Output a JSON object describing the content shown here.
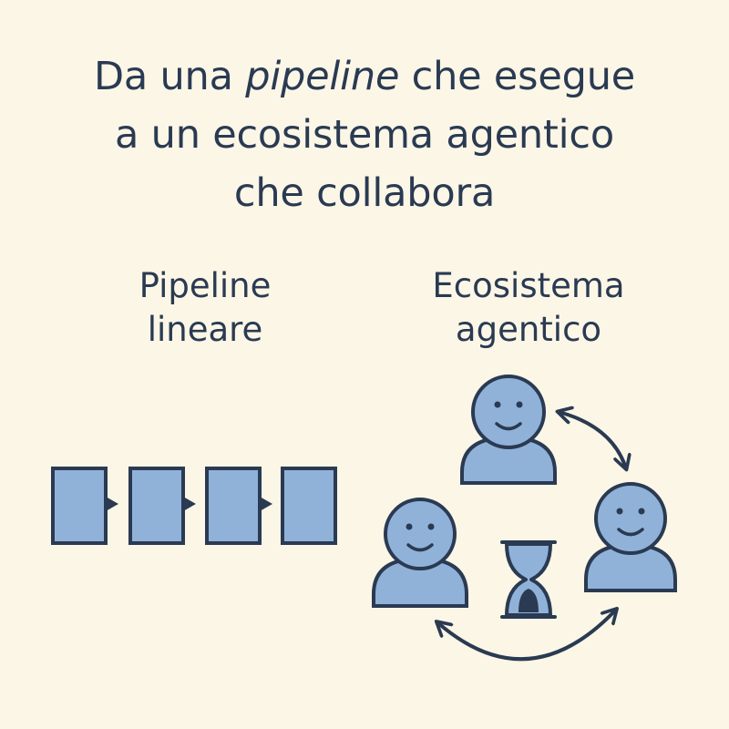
{
  "title": {
    "part1": "Da una ",
    "emphasis": "pipeline",
    "part2": " che esegue",
    "line2": "a un ecosistema agentico",
    "line3": "che collabora"
  },
  "pipeline": {
    "label_line1": "Pipeline",
    "label_line2": "lineare",
    "step_count": 4
  },
  "ecosystem": {
    "label_line1": "Ecosistema",
    "label_line2": "agentico",
    "agents": [
      "agent-top",
      "agent-left",
      "agent-right"
    ],
    "center_icon": "hourglass-icon"
  },
  "colors": {
    "background": "#fbf6e6",
    "ink": "#2a3a52",
    "fill": "#91b2d8"
  }
}
